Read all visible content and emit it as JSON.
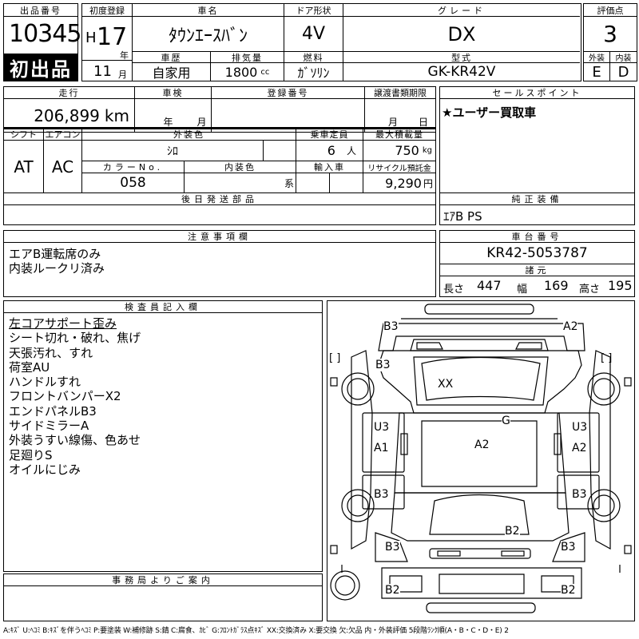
{
  "header": {
    "lot_no_label": "出品番号",
    "lot_no": "10345",
    "first_listing": "初出品",
    "first_reg_label": "初度登録",
    "era": "H",
    "year": "17",
    "year_unit": "年",
    "month": "11",
    "month_unit": "月",
    "car_name_label": "車名",
    "car_name": "ﾀｳﾝｴｰｽﾊﾞﾝ",
    "door_label": "ドア形状",
    "door": "4V",
    "grade_label": "グレード",
    "grade": "DX",
    "score_label": "評価点",
    "score": "3",
    "history_label": "車歴",
    "history": "自家用",
    "displacement_label": "排気量",
    "displacement": "1800",
    "displacement_unit": "cc",
    "fuel_label": "燃料",
    "fuel": "ｶﾞｿﾘﾝ",
    "model_label": "型式",
    "model": "GK-KR42V",
    "exterior_label": "外装",
    "exterior": "E",
    "interior_label": "内装",
    "interior": "D"
  },
  "row2": {
    "mileage_label": "走行",
    "mileage": "206,899",
    "mileage_unit": "km",
    "inspection_label": "車検",
    "inspection_year_unit": "年",
    "inspection_month_unit": "月",
    "plate_label": "登録番号",
    "transfer_label": "譲渡書類期限",
    "transfer_month_unit": "月",
    "transfer_day_unit": "日",
    "sales_point_label": "セールスポイント",
    "sales_point": "★ユーザー買取車"
  },
  "row3": {
    "shift_label": "シフト",
    "shift": "AT",
    "ac_label": "エアコン",
    "ac": "AC",
    "color_label": "外装色",
    "color": "ｼﾛ",
    "capacity_label": "乗車定員",
    "capacity": "6",
    "capacity_unit": "人",
    "load_label": "最大積載量",
    "load": "750",
    "load_unit": "kg",
    "color_no_label": "カラーNo.",
    "color_no": "058",
    "int_color_label": "内装色",
    "int_color_unit": "系",
    "import_label": "輸入車",
    "recycle_label": "リサイクル預託金",
    "recycle": "9,290",
    "recycle_unit": "円"
  },
  "later_parts_label": "後日発送部品",
  "genuine_label": "純正装備",
  "genuine": "ｴｱB PS",
  "notes_label": "注意事項欄",
  "notes": [
    "エアB運転席のみ",
    "内装ルークリ済み"
  ],
  "chassis_label": "車台番号",
  "chassis": "KR42-5053787",
  "dims_label": "諸元",
  "length_label": "長さ",
  "length": "447",
  "width_label": "幅",
  "width": "169",
  "height_label": "高さ",
  "height": "195",
  "inspector_label": "検査員記入欄",
  "inspector": [
    "左コアサポート歪み",
    "シート切れ・破れ、焦げ",
    "天張汚れ、すれ",
    "荷室AU",
    "ハンドルすれ",
    "フロントバンパーX2",
    "エンドパネルB3",
    "サイドミラーA",
    "外装うすい線傷、色あせ",
    "足廻りS",
    "オイルにじみ"
  ],
  "office_label": "事務局よりご案内",
  "footer": "A:ｷｽﾞ U:ﾍｺﾐ B:ｷｽﾞを伴うﾍｺﾐ P:要塗装 W:補修跡 S:錆 C:腐食、ｶﾋﾞ G:ﾌﾛﾝﾄｶﾞﾗｽ点ｷｽﾞ XX:交換済み X:要交換 欠:欠品 内・外装評価 5段階ﾗﾝｸ順(A・B・C・D・E) 2",
  "diagram_marks": {
    "front_left_top": "B3",
    "front_right_top": "A2",
    "hood_left": "B3",
    "roof": "XX",
    "windshield": "G",
    "center": "A2",
    "left_door_u": "U3",
    "left_door_a": "A1",
    "right_door_u": "U3",
    "right_door_a": "A2",
    "left_rear_door": "B3",
    "right_rear_door": "B3",
    "rear_center": "B2",
    "rear_left": "B3",
    "rear_right": "B3",
    "bottom_left": "B2",
    "bottom_right": "B2",
    "bracket": "[   ]"
  }
}
